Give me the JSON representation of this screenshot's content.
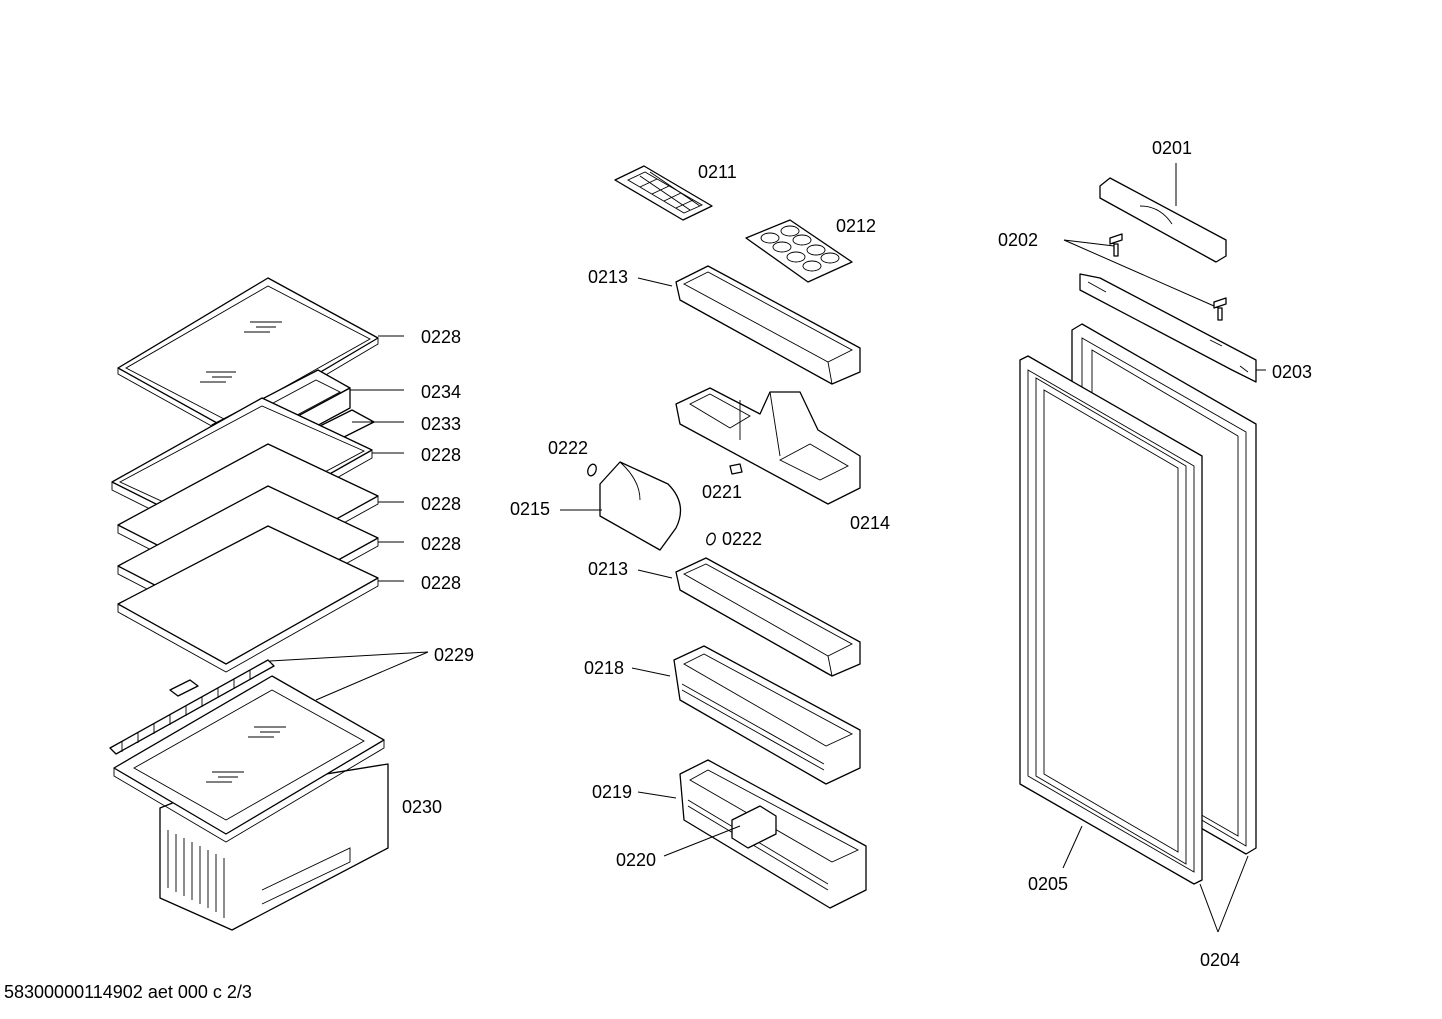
{
  "callouts": {
    "c0201": "0201",
    "c0202": "0202",
    "c0203": "0203",
    "c0204": "0204",
    "c0205": "0205",
    "c0211": "0211",
    "c0212": "0212",
    "c0213a": "0213",
    "c0213b": "0213",
    "c0214": "0214",
    "c0215": "0215",
    "c0218": "0218",
    "c0219": "0219",
    "c0220": "0220",
    "c0221": "0221",
    "c0222a": "0222",
    "c0222b": "0222",
    "c0228a": "0228",
    "c0228b": "0228",
    "c0228c": "0228",
    "c0228d": "0228",
    "c0228e": "0228",
    "c0229": "0229",
    "c0230": "0230",
    "c0233": "0233",
    "c0234": "0234"
  },
  "footer": "58300000114902 aet 000 c 2/3"
}
